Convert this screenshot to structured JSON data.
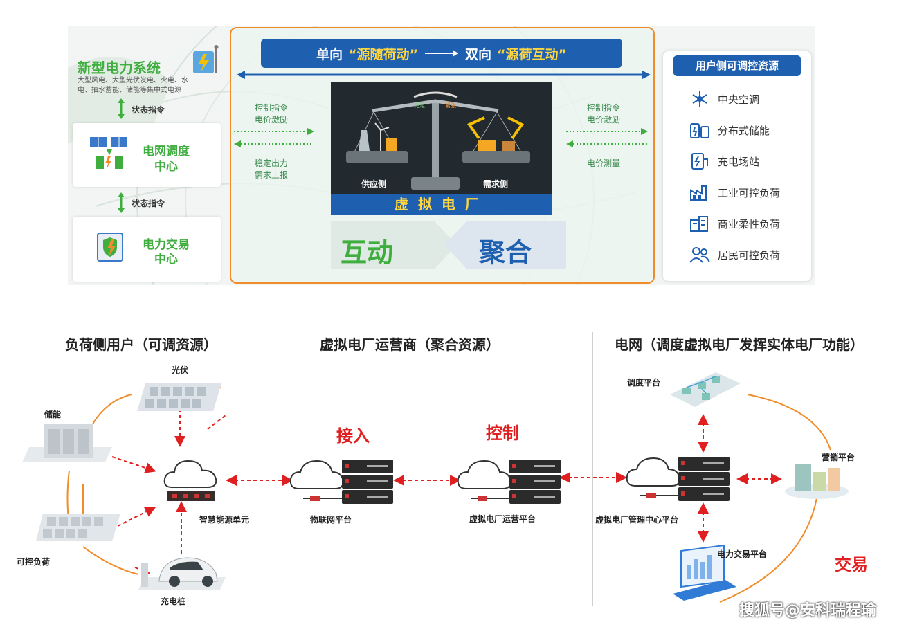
{
  "top": {
    "banner": {
      "left": "单向",
      "left_quote": "“源随荷动”",
      "right": "双向",
      "right_quote": "“源荷互动”"
    },
    "left": {
      "system_title": "新型电力系统",
      "system_desc_1": "大型风电、大型光伏发电、火电、水",
      "system_desc_2": "电、抽水蓄能、储能等集中式电源",
      "status_1": "状态指令",
      "dispatch_title_1": "电网调度",
      "dispatch_title_2": "中心",
      "status_2": "状态指令",
      "trade_title_1": "电力交易",
      "trade_title_2": "中心"
    },
    "center": {
      "left_upper_1": "控制指令",
      "left_upper_2": "电价激励",
      "left_lower_1": "稳定出力",
      "left_lower_2": "需求上报",
      "right_upper_1": "控制指令",
      "right_upper_2": "电价激励",
      "right_lower": "电价测量",
      "supply_side": "供应侧",
      "demand_side": "需求侧",
      "scale_left_tag": "充足",
      "scale_right_tag": "紧张",
      "vpp_label": "虚拟电厂",
      "interact": "互动",
      "aggregate": "聚合"
    },
    "right": {
      "title": "用户侧可调控资源",
      "items": [
        {
          "label": "中央空调",
          "icon": "snowflake-icon"
        },
        {
          "label": "分布式储能",
          "icon": "battery-icon"
        },
        {
          "label": "充电场站",
          "icon": "charger-icon"
        },
        {
          "label": "工业可控负荷",
          "icon": "factory-icon"
        },
        {
          "label": "商业柔性负荷",
          "icon": "building-icon"
        },
        {
          "label": "居民可控负荷",
          "icon": "people-icon"
        }
      ]
    }
  },
  "bottom": {
    "titles": {
      "left": "负荷侧用户（可调资源）",
      "middle": "虚拟电厂运营商（聚合资源）",
      "right": "电网（调度虚拟电厂发挥实体电厂功能）"
    },
    "actions": {
      "access": "接入",
      "control": "控制",
      "trade": "交易"
    },
    "nodes": {
      "pv": "光伏",
      "storage": "储能",
      "controllable_load": "可控负荷",
      "charging_pile": "充电桩",
      "smart_energy_unit": "智慧能源单元",
      "iot_platform": "物联网平台",
      "vpp_operation": "虚拟电厂运营平台",
      "vpp_management": "虚拟电厂管理中心平台",
      "dispatch_platform": "调度平台",
      "marketing_platform": "营销平台",
      "trading_platform": "电力交易平台"
    },
    "watermark": "搜狐号@安科瑞程瑜"
  },
  "colors": {
    "blue": "#1f5fb0",
    "green": "#3fae3f",
    "orange": "#f08c2a",
    "red": "#e02020",
    "yellow": "#ffd640"
  }
}
